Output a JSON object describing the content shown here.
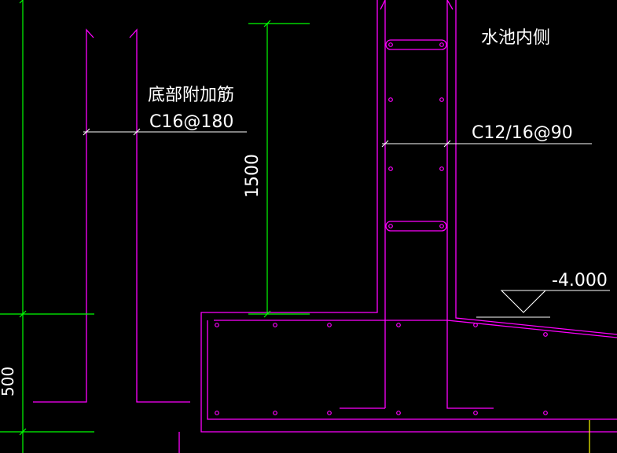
{
  "labels": {
    "pool_inner": "水池内侧",
    "bottom_rebar_title": "底部附加筋",
    "bottom_rebar_spec": "C16@180",
    "wall_rebar_spec": "C12/16@90",
    "dim_height": "1500",
    "dim_left_partial": "500",
    "elevation": "-4.000"
  },
  "colors": {
    "background": "#000000",
    "rebar": "#ff00ff",
    "dimension": "#00ff00",
    "leader": "#ffffff",
    "edge": "#ffff00"
  }
}
